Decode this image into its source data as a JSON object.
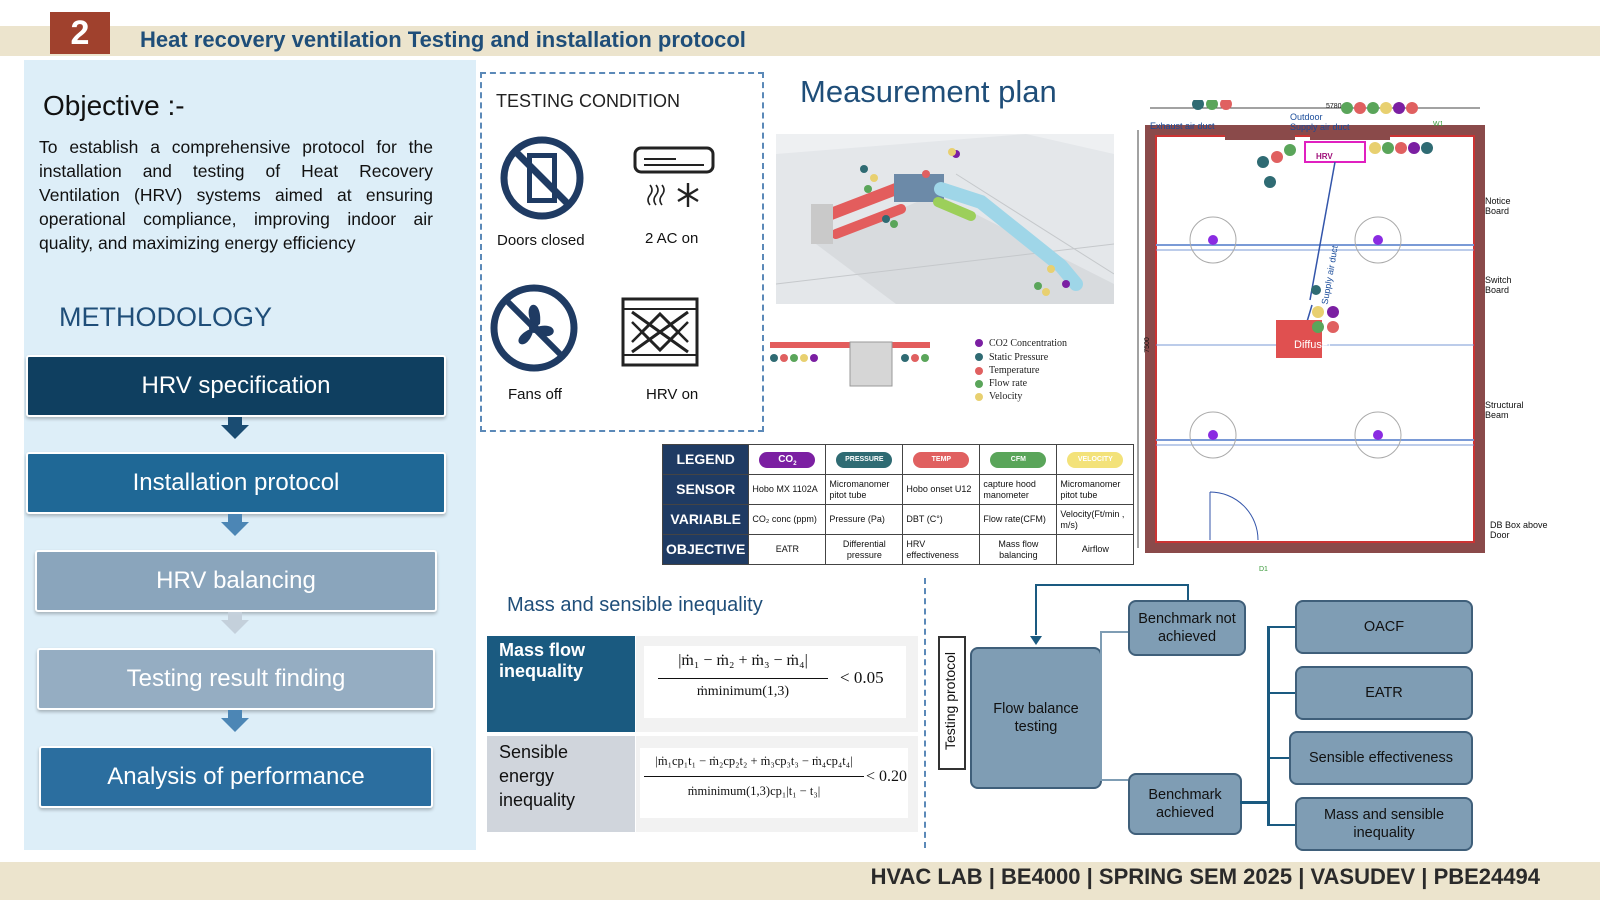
{
  "header": {
    "number": "2",
    "title": "Heat recovery ventilation Testing and  installation protocol"
  },
  "objective": {
    "heading": "Objective :-",
    "text": "To establish a comprehensive protocol for the installation and testing of Heat Recovery Ventilation (HRV) systems aimed at ensuring operational compliance, improving indoor air quality, and maximizing energy efficiency"
  },
  "methodology": {
    "heading": "METHODOLOGY",
    "steps": [
      "HRV specification",
      "Installation protocol",
      "HRV balancing",
      "Testing result finding",
      "Analysis of performance"
    ],
    "colors": [
      "#0f3f60",
      "#1f6896",
      "#8aa5bc",
      "#95adc2",
      "#2b6e9f"
    ]
  },
  "testing_condition": {
    "heading": "TESTING CONDITION",
    "items": [
      "Doors closed",
      "2 AC on",
      "Fans off",
      "HRV on"
    ]
  },
  "measurement_plan": {
    "heading": "Measurement plan",
    "key": [
      "CO2 Concentration",
      "Static Pressure",
      "Temperature",
      "Flow rate",
      "Velocity"
    ],
    "key_colors": [
      "#7b1fa2",
      "#2f6b73",
      "#e06060",
      "#5aa55a",
      "#e8d070"
    ]
  },
  "legend_table": {
    "row_heads": [
      "LEGEND",
      "SENSOR",
      "VARIABLE",
      "OBJECTIVE"
    ],
    "pills": [
      "CO",
      "PRESSURE",
      "TEMP",
      "CFM",
      "VELOCITY"
    ],
    "pill_colors": [
      "#7b1fa2",
      "#2f6b73",
      "#e06060",
      "#5aa55a",
      "#f3e27a"
    ],
    "sensor": [
      "Hobo MX 1102A",
      "Micromanomer pitot tube",
      "Hobo onset U12",
      "capture hood manometer",
      "Micromanomer pitot tube"
    ],
    "variable": [
      "CO₂ conc (ppm)",
      "Pressure (Pa)",
      "DBT (C°)",
      "Flow rate(CFM)",
      "Velocity(Ft/min , m/s)"
    ],
    "objective": [
      "EATR",
      "Differential pressure",
      "HRV effectiveness",
      "Mass flow balancing",
      "Airflow"
    ]
  },
  "floor_plan": {
    "labels": {
      "exhaust": "Exhaust air duct",
      "outdoor": "Outdoor Supply air duct",
      "hrv": "HRV",
      "supply": "Supply air duct",
      "diffuser": "Diffuser",
      "notice": "Notice Board",
      "switch": "Switch Board",
      "beam": "Structural Beam",
      "db": "DB Box above Door",
      "dim_top": "5780",
      "dim_left": "7500",
      "w1": "W1",
      "d1": "D1"
    }
  },
  "inequality": {
    "heading": "Mass and sensible inequality",
    "mass_label": "Mass flow inequality",
    "sensible_label": "Sensible energy inequality",
    "mass_formula_num": "|ṁ₁ − ṁ₂ + ṁ₃ − ṁ₄|",
    "mass_formula_den": "ṁminimum(1,3)",
    "mass_threshold": "< 0.05",
    "sens_formula_num": "|ṁ₁cp₁t₁ − ṁ₂cp₂t₂ + ṁ₃cp₃t₃ − ṁ₄cp₄t₄|",
    "sens_formula_den": "ṁminimum(1,3)cp₁|t₁ − t₃|",
    "sens_threshold": "< 0.20"
  },
  "protocol": {
    "vertical_label": "Testing protocol",
    "flow_box": "Flow balance testing",
    "not_achieved": "Benchmark not achieved",
    "achieved": "Benchmark achieved",
    "results": [
      "OACF",
      "EATR",
      "Sensible effectiveness",
      "Mass and sensible inequality"
    ]
  },
  "footer": "HVAC LAB | BE4000 | SPRING SEM 2025 | VASUDEV | PBE24494"
}
